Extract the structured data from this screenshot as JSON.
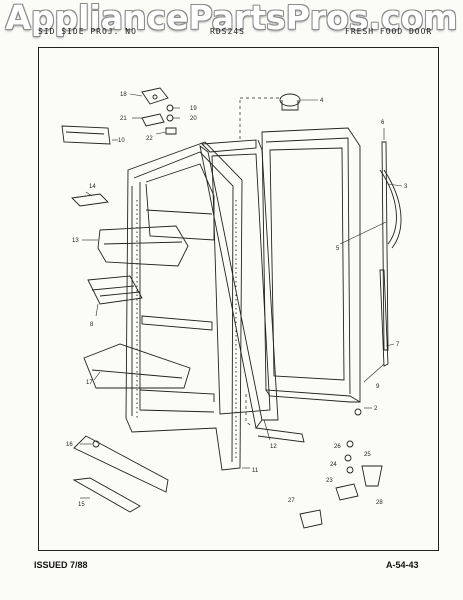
{
  "watermark": "AppliancePartsPros.com",
  "header": {
    "left": "SID  SIDE PROJ. NO",
    "middle": "RDS24S",
    "right": "FRESH FOOD DOOR"
  },
  "footer": {
    "issued": "ISSUED 7/88",
    "page_code": "A-54-43"
  },
  "callouts": [
    "18",
    "19",
    "21",
    "20",
    "22",
    "10",
    "4",
    "6",
    "3",
    "5",
    "14",
    "13",
    "8",
    "7",
    "17",
    "9",
    "2",
    "12",
    "26",
    "25",
    "24",
    "23",
    "28",
    "27",
    "16",
    "11",
    "15"
  ]
}
